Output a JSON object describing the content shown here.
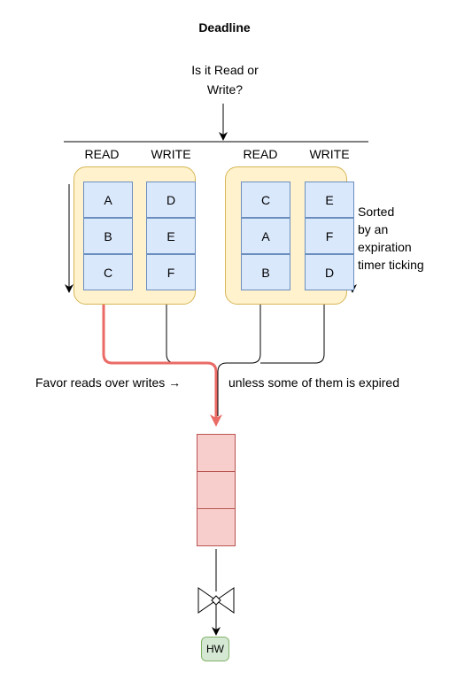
{
  "title": "Deadline",
  "question_line1": "Is it Read or",
  "question_line2": "Write?",
  "left_group": {
    "read_header": "READ",
    "write_header": "WRITE",
    "read_items": [
      "A",
      "B",
      "C"
    ],
    "write_items": [
      "D",
      "E",
      "F"
    ]
  },
  "right_group": {
    "read_header": "READ",
    "write_header": "WRITE",
    "read_items": [
      "C",
      "A",
      "B"
    ],
    "write_items": [
      "E",
      "F",
      "D"
    ]
  },
  "side_note": [
    "Sorted",
    "by an",
    "expiration",
    "timer ticking"
  ],
  "favor_label": "Favor reads over writes →",
  "unless_label": "unless some of them is expired",
  "hw_label": "HW",
  "colors": {
    "group_fill": "#fff2cc",
    "group_stroke": "#d6b656",
    "cell_fill": "#dae8fc",
    "cell_stroke": "#6c8ebf",
    "queue_fill": "#f8cecc",
    "queue_stroke": "#b85450",
    "highlight_path": "#ea6b66",
    "hw_fill": "#d5e8d4",
    "hw_stroke": "#82b366"
  }
}
